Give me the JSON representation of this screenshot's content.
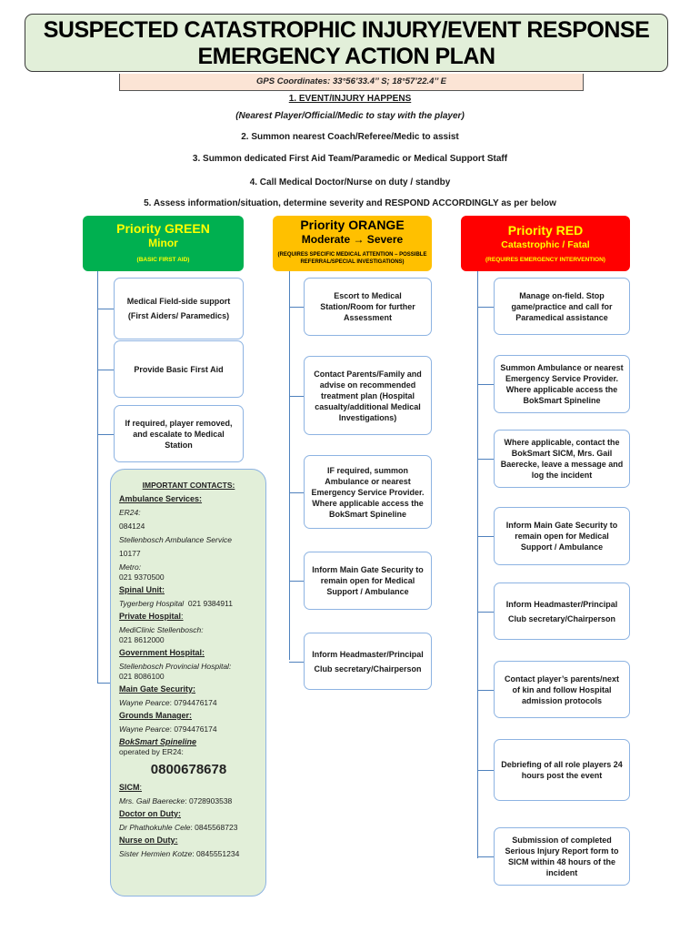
{
  "header": {
    "title_line1": "SUSPECTED CATASTROPHIC INJURY/EVENT RESPONSE",
    "title_line2": "EMERGENCY ACTION PLAN",
    "gps": "GPS Coordinates: 33°56’33.4’’ S; 18°57’22.4’’ E"
  },
  "steps": {
    "s1": "1. EVENT/INJURY HAPPENS",
    "s1_note": "(Nearest Player/Official/Medic to stay with the player)",
    "s2": "2. Summon nearest Coach/Referee/Medic to assist",
    "s3": "3. Summon dedicated First Aid Team/Paramedic or Medical Support Staff",
    "s4": "4. Call Medical Doctor/Nurse on duty / standby",
    "s5": "5. Assess information/situation, determine severity and RESPOND ACCORDINGLY as per below"
  },
  "colors": {
    "green": "#00b050",
    "orange": "#ffc000",
    "red": "#ff0000",
    "connector": "#4f81bd",
    "node_border": "#8db3e2"
  },
  "priorities": {
    "green": {
      "title": "Priority GREEN",
      "level": "Minor",
      "note": "(BASIC FIRST AID)",
      "actions": [
        [
          "Medical Field-side support",
          "(First Aiders/ Paramedics)"
        ],
        [
          "Provide Basic First Aid"
        ],
        [
          "If required, player removed, and escalate to Medical Station"
        ]
      ]
    },
    "orange": {
      "title": "Priority ORANGE",
      "level": "Moderate → Severe",
      "note": "(REQUIRES SPECIFIC MEDICAL ATTENTION – POSSIBLE REFERRAL/SPECIAL INVESTIGATIONS)",
      "actions": [
        [
          "Escort to Medical Station/Room for further Assessment"
        ],
        [
          "Contact Parents/Family and advise on recommended treatment plan (Hospital casualty/additional Medical Investigations)"
        ],
        [
          "IF required, summon Ambulance or nearest Emergency Service Provider. Where applicable access the BokSmart Spineline"
        ],
        [
          "Inform Main Gate Security to remain open for Medical Support / Ambulance"
        ],
        [
          "Inform Headmaster/Principal",
          "Club secretary/Chairperson"
        ]
      ]
    },
    "red": {
      "title": "Priority RED",
      "level": "Catastrophic / Fatal",
      "note": "(REQUIRES EMERGENCY INTERVENTION)",
      "actions": [
        [
          "Manage on-field.  Stop game/practice and call for Paramedical assistance"
        ],
        [
          "Summon Ambulance or nearest Emergency Service Provider. Where applicable access the BokSmart Spineline"
        ],
        [
          "Where applicable, contact the BokSmart SICM, Mrs. Gail Baerecke, leave a message and log the incident"
        ],
        [
          "Inform Main Gate Security to remain open for Medical Support / Ambulance"
        ],
        [
          "Inform Headmaster/Principal",
          "Club secretary/Chairperson"
        ],
        [
          "Contact player’s parents/next of kin and follow Hospital admission protocols"
        ],
        [
          "Debriefing of all role players 24 hours post the event"
        ],
        [
          "Submission of completed Serious Injury Report form to SICM within 48 hours of the incident"
        ]
      ]
    }
  },
  "contacts": {
    "heading": "IMPORTANT CONTACTS",
    "ambulance_heading": "Ambulance Services:",
    "er24_label": "ER24:",
    "er24_number": "084124",
    "stellenbosch_amb_label": "Stellenbosch Ambulance Service",
    "stellenbosch_amb_number": "10177",
    "metro_label": "Metro:",
    "metro_number": "021 9370500",
    "spinal_heading": "Spinal Unit:",
    "spinal_name": "Tygerberg Hospital",
    "spinal_number": "021 9384911",
    "private_heading": "Private Hospital",
    "private_name": "MediClinic Stellenbosch:",
    "private_number": "021 8612000",
    "government_heading": "Government Hospital:",
    "government_name": "Stellenbosch Provincial Hospital:",
    "government_number": "021 8086100",
    "gate_heading": "Main Gate Security:",
    "gate_name": "Wayne Pearce",
    "gate_number": ": 0794476174",
    "grounds_heading": "Grounds Manager:",
    "grounds_name": "Wayne Pearce",
    "grounds_number": ": 0794476174",
    "spineline_heading": "BokSmart Spineline",
    "spineline_operator": "operated by ER24:",
    "spineline_number": "0800678678",
    "sicm_heading": "SICM",
    "sicm_name": "Mrs. Gail Baerecke",
    "sicm_number": ": 0728903538",
    "doctor_heading": "Doctor on Duty:",
    "doctor_name": "Dr Phathokuhle Cele",
    "doctor_number": ": 0845568723",
    "nurse_heading": "Nurse on Duty:",
    "nurse_name": "Sister Hermien Kotze",
    "nurse_number": ": 0845551234"
  }
}
